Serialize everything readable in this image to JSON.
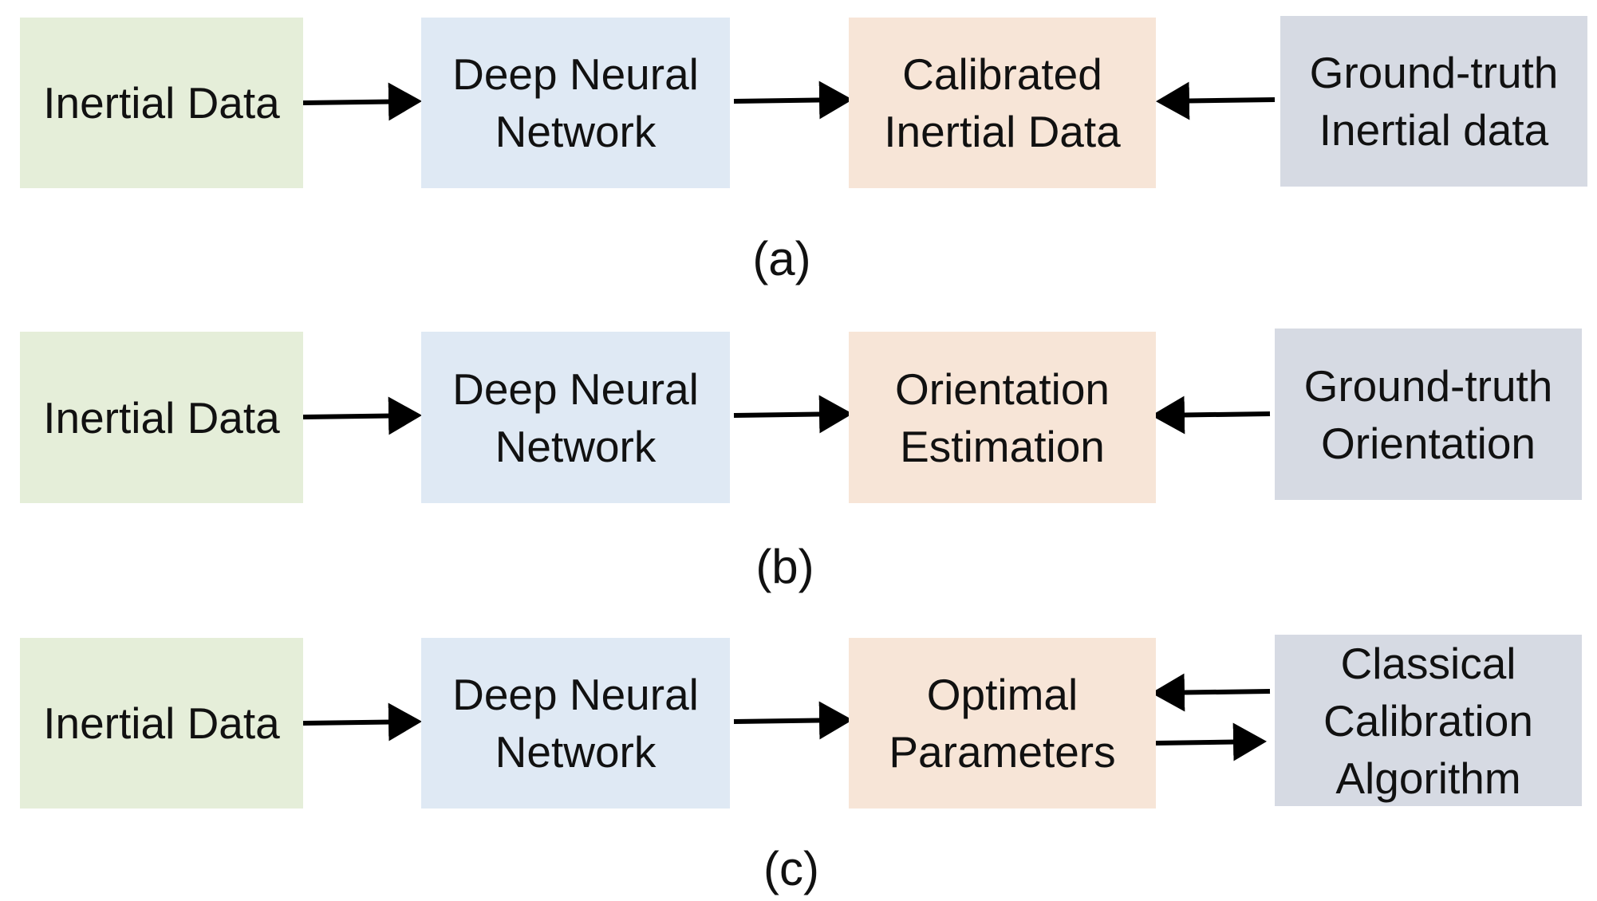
{
  "colors": {
    "input": "#e5eed9",
    "network": "#dfe9f4",
    "output": "#f7e5d7",
    "reference": "#d6dae3",
    "arrow": "#000000"
  },
  "rows": [
    {
      "caption": "(a)",
      "input": [
        "Inertial Data"
      ],
      "network": [
        "Deep Neural",
        "Network"
      ],
      "output": [
        "Calibrated",
        "Inertial Data"
      ],
      "reference": [
        "Ground-truth",
        "Inertial data"
      ]
    },
    {
      "caption": "(b)",
      "input": [
        "Inertial Data"
      ],
      "network": [
        "Deep Neural",
        "Network"
      ],
      "output": [
        "Orientation",
        "Estimation"
      ],
      "reference": [
        "Ground-truth",
        "Orientation"
      ]
    },
    {
      "caption": "(c)",
      "input": [
        "Inertial Data"
      ],
      "network": [
        "Deep Neural",
        "Network"
      ],
      "output": [
        "Optimal",
        "Parameters"
      ],
      "reference": [
        "Classical",
        "Calibration",
        "Algorithm"
      ]
    }
  ]
}
